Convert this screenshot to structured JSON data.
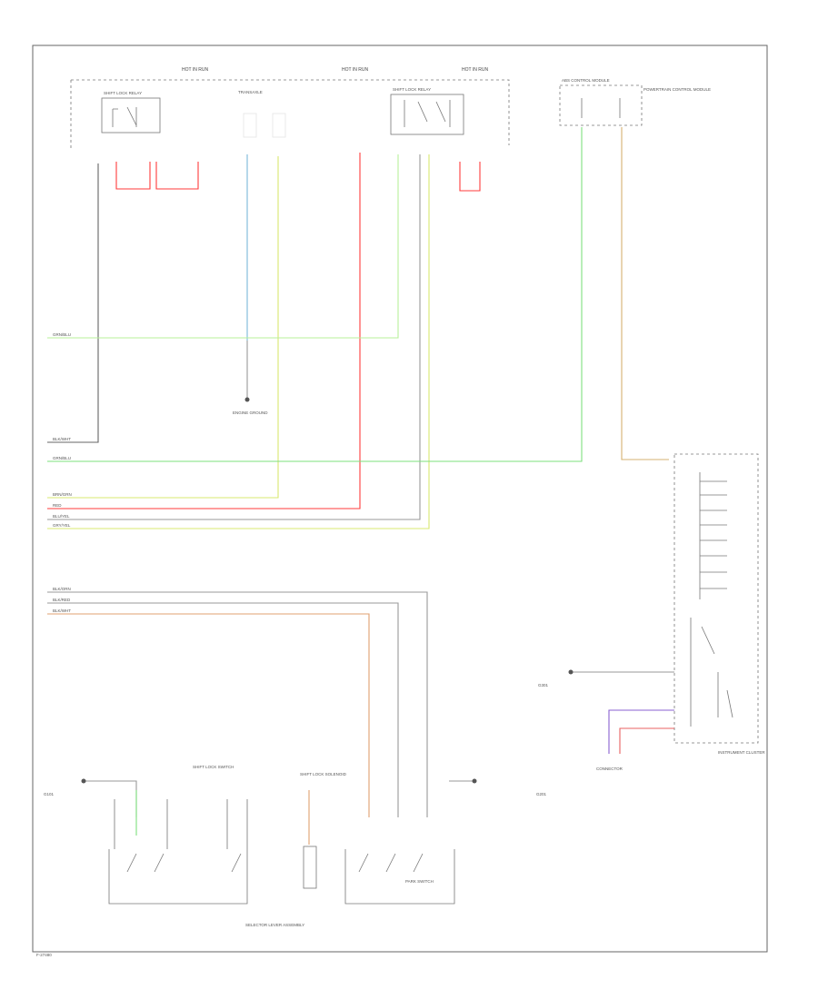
{
  "footer": {
    "code": "F-27480"
  },
  "colors": {
    "red": "#ff3b3b",
    "green": "#7ee07e",
    "lightgreen": "#b7f09a",
    "yellowgreen": "#d8e870",
    "blue": "#7ab8d8",
    "orange": "#e0a070",
    "gray": "#999999",
    "purple": "#8a60d0",
    "tan": "#d4b070"
  },
  "top": {
    "fuse_titles": [
      "HOT IN RUN",
      "HOT IN RUN",
      "HOT IN RUN"
    ],
    "left_relay": "SHIFT LOCK RELAY",
    "mid_label": "TRANSAXLE",
    "right_relay": "SHIFT LOCK RELAY",
    "right_block": "ABS CONTROL MODULE",
    "right_block_note": "POWERTRAIN CONTROL MODULE"
  },
  "left_wires": [
    {
      "text": "GRN/BLU"
    },
    {
      "text": "BLK/WHT"
    },
    {
      "text": "GRN/BLU"
    },
    {
      "text": "BRN/GRN"
    },
    {
      "text": "RED"
    },
    {
      "text": "BLU/YEL"
    },
    {
      "text": "GRY/YEL"
    },
    {
      "text": "BLK/ORN"
    },
    {
      "text": "BLK/RED"
    },
    {
      "text": "BLK/WHT"
    }
  ],
  "ground_labels": {
    "center": "ENGINE GROUND",
    "bottom_left": "G101",
    "bottom_right": "G201",
    "mid_right": "G301",
    "instrument": "INSTRUMENT CLUSTER",
    "connector": "CONNECTOR"
  },
  "bottom": {
    "switch_title": "SHIFT LOCK SWITCH",
    "solenoid": "SHIFT LOCK SOLENOID",
    "park_switch": "PARK SWITCH",
    "caption": "SELECTOR LEVER ASSEMBLY"
  }
}
